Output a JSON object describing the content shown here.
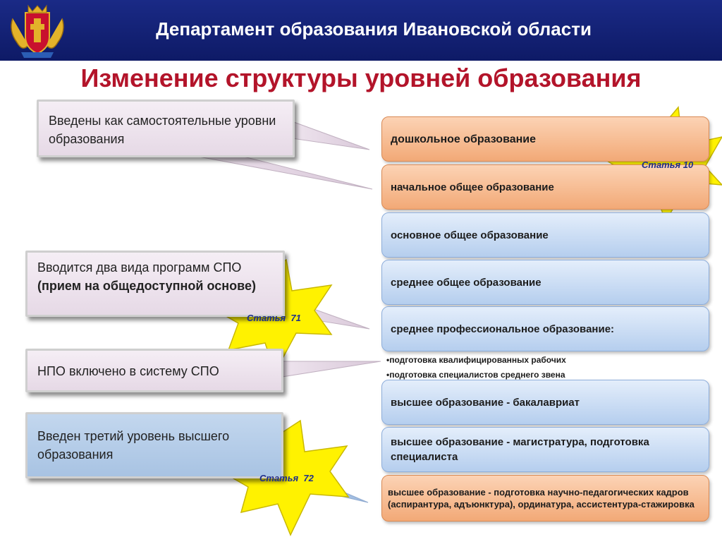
{
  "header": {
    "title": "Департамент образования Ивановской области"
  },
  "slide_title": "Изменение структуры уровней образования",
  "callouts": [
    {
      "text": "Введены как самостоятельные уровни образования",
      "bold": ""
    },
    {
      "text": "Вводится два вида программ СПО",
      "bold": "(прием на общедоступной основе)"
    },
    {
      "text": "НПО включено в систему СПО",
      "bold": ""
    },
    {
      "text": "Введен третий уровень высшего образования",
      "bold": ""
    }
  ],
  "levels": [
    {
      "label": "дошкольное образование"
    },
    {
      "label": "начальное общее образование"
    },
    {
      "label": "основное общее образование"
    },
    {
      "label": "среднее общее образование"
    },
    {
      "label": "среднее профессиональное образование:"
    },
    {
      "label": "высшее образование - бакалавриат"
    },
    {
      "label": "высшее образование - магистратура, подготовка специалиста"
    },
    {
      "label": "высшее образование - подготовка научно-педагогических кадров (аспирантура, адъюнктура), ординатура, ассистентура-стажировка"
    }
  ],
  "spo_subitems": [
    "подготовка квалифицированных рабочих",
    "подготовка специалистов среднего звена"
  ],
  "stars": [
    {
      "label": "Статья 10"
    },
    {
      "label": "Статья  71"
    },
    {
      "label": "Статья  72"
    }
  ],
  "colors": {
    "header_bg": "#0e1a66",
    "title_red": "#b3142a",
    "star_yellow": "#fff200",
    "level_orange": "#f2a977",
    "level_blue": "#b5ceee"
  }
}
